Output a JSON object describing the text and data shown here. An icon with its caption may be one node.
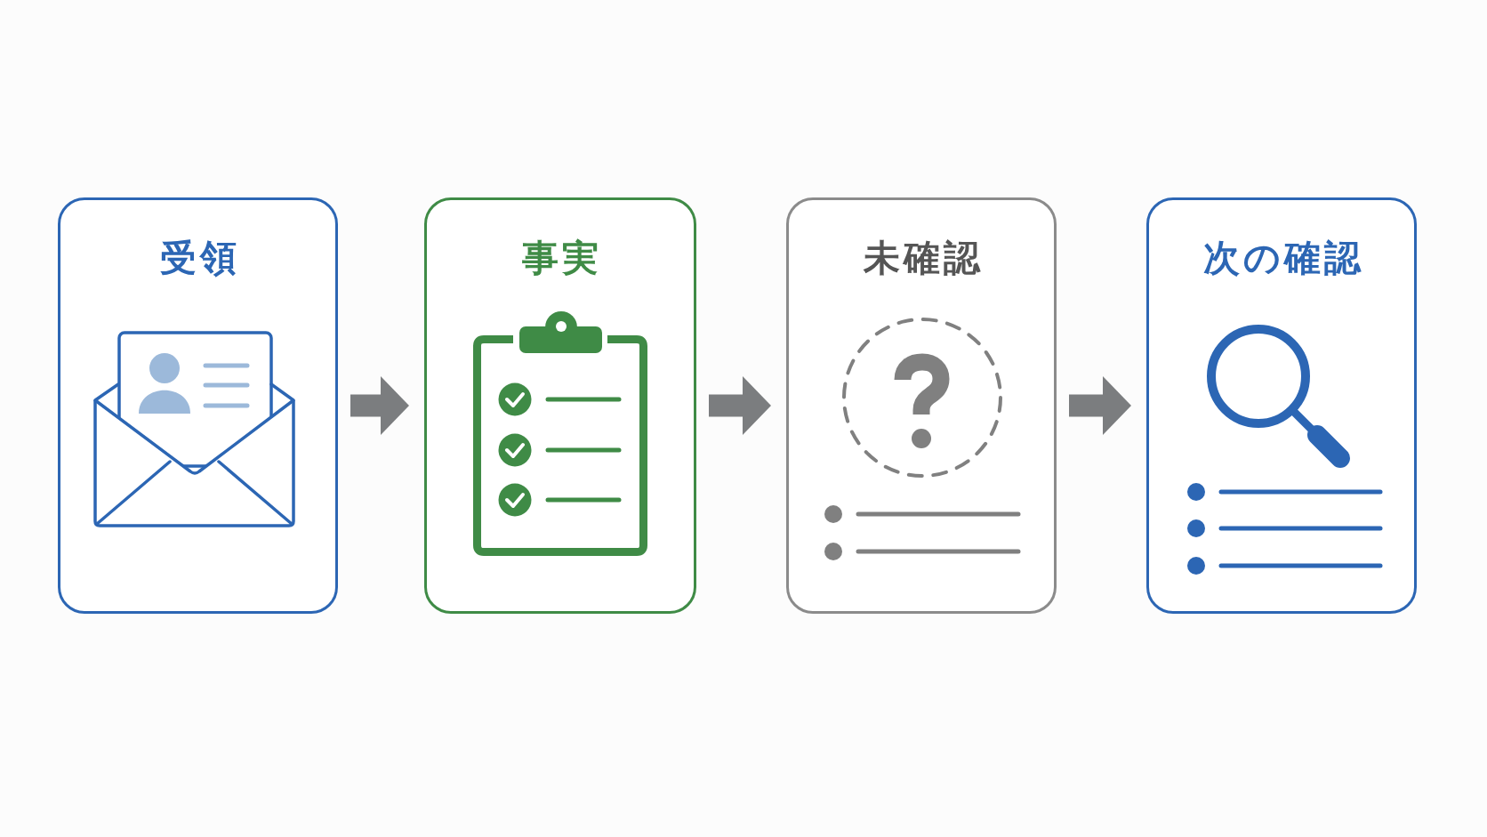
{
  "diagram": {
    "nodes": [
      {
        "text": [
          "受領"
        ]
      },
      {
        "text": [
          "事実"
        ]
      },
      {
        "text": [
          "未確認"
        ]
      },
      {
        "text": [
          "次の確認"
        ]
      }
    ],
    "edges": [
      {
        "from": 0,
        "to": 1,
        "arrow": "to"
      },
      {
        "from": 1,
        "to": 2,
        "arrow": "to"
      },
      {
        "from": 2,
        "to": 3,
        "arrow": "to"
      }
    ]
  }
}
